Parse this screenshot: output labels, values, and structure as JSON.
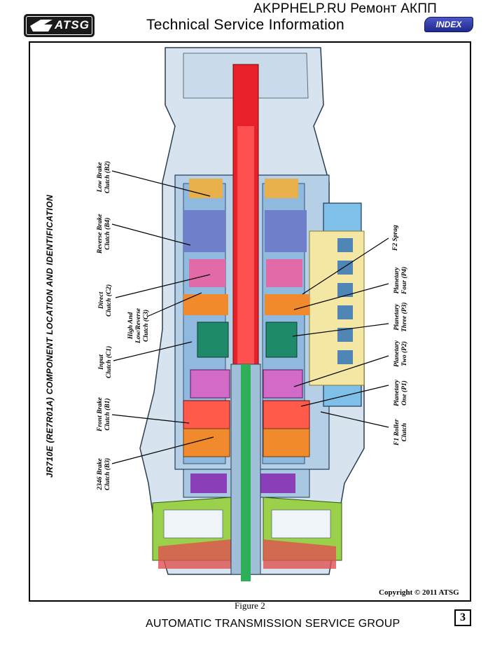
{
  "header": {
    "watermark": "AKPPHELP.RU Ремонт АКПП",
    "title": "Technical Service Information",
    "logo_text": "ATSG",
    "index_label": "INDEX"
  },
  "figure": {
    "side_title": "JR710E (RE7R01A) COMPONENT LOCATION AND IDENTIFICATION",
    "left_labels": [
      {
        "lines": [
          "Low Brake",
          "Clutch (B2)"
        ]
      },
      {
        "lines": [
          "Reverse Brake",
          "Clutch (B4)"
        ]
      },
      {
        "lines": [
          "Direct",
          "Clutch (C2)"
        ]
      },
      {
        "lines": [
          "High And",
          "Low/Reverse",
          "Clutch (C3)"
        ]
      },
      {
        "lines": [
          "Input",
          "Clutch (C1)"
        ]
      },
      {
        "lines": [
          "Front Brake",
          "Clutch (B1)"
        ]
      },
      {
        "lines": [
          "2346 Brake",
          "Clutch (B3)"
        ]
      }
    ],
    "right_labels": [
      {
        "lines": [
          "F2 Sprag"
        ]
      },
      {
        "lines": [
          "Planetary",
          "Four (P4)"
        ]
      },
      {
        "lines": [
          "Planetary",
          "Three (P3)"
        ]
      },
      {
        "lines": [
          "Planetary",
          "Two (P2)"
        ]
      },
      {
        "lines": [
          "Planetary",
          "One (P1)"
        ]
      },
      {
        "lines": [
          "F1 Roller",
          "Clutch"
        ]
      }
    ],
    "copyright": "Copyright © 2011 ATSG",
    "caption": "Figure 2"
  },
  "footer": {
    "org": "AUTOMATIC TRANSMISSION SERVICE GROUP",
    "page_number": "3"
  },
  "colors": {
    "shaft": "#e8202a",
    "case": "#bcd3e8",
    "index_button": "#2e38a8",
    "planetary": "#1f8a6a",
    "valve_body": "#6fb4e0"
  }
}
